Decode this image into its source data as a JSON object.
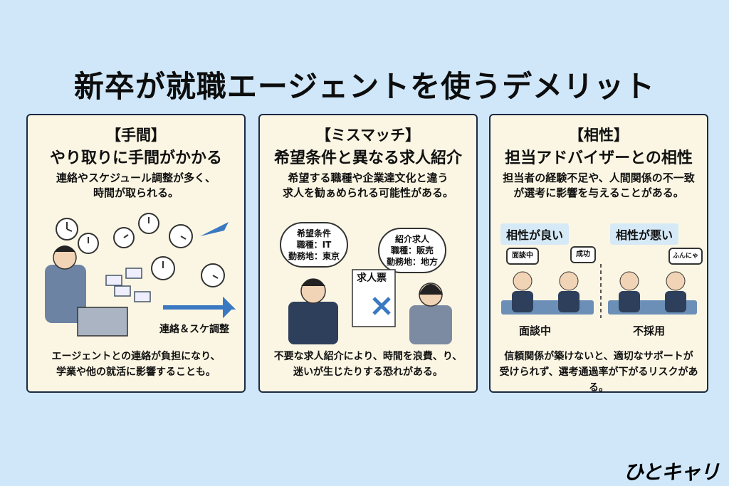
{
  "title": "新卒が就職エージェントを使うデメリット",
  "cards": [
    {
      "tag": "【手間】",
      "heading": "やり取りに手間がかかる",
      "sub": [
        "連絡やスケジュール調整が多く、",
        "時間が取られる。"
      ],
      "illus_label": "連絡＆スケ調整",
      "foot": [
        "エージェントとの連絡が負担になり、",
        "学業や他の就活に影響することも。"
      ]
    },
    {
      "tag": "【ミスマッチ】",
      "heading": "希望条件と異なる求人紹介",
      "sub": [
        "希望する職種や企業達文化と違う",
        "求人を勧ぁめられる可能性がある。"
      ],
      "bubble_left": [
        "希望条件",
        "職種：IT",
        "勤務地：東京"
      ],
      "bubble_right": [
        "紹介求人",
        "職種：販売",
        "勤務地：地方"
      ],
      "doc_label": "求人票",
      "foot": [
        "不要な求人紹介により、時間を浪費、り、",
        "迷いが生じたりする恐れがある。"
      ]
    },
    {
      "tag": "【相性】",
      "heading": "担当アドバイザーとの相性",
      "sub": [
        "担当者の経験不足や、人間関係の不一致",
        "が選考に影響を与えることがある。"
      ],
      "good": "相性が良い",
      "bad": "相性が悪い",
      "good_caption": "面談中",
      "bad_caption": "不採用",
      "bubble_a": "面談中",
      "bubble_b": "成功",
      "bubble_c": "ふんにゃ",
      "foot": [
        "信頼関係が築けないと、適切なサポートが",
        "受けられず、選考通過率が下がるリスクがある。"
      ]
    }
  ],
  "logo": "ひとキャリ",
  "colors": {
    "background": "#cfe7f9",
    "card": "#fbf6e3",
    "border": "#1d2a44",
    "accent_blue": "#3a78c2"
  }
}
